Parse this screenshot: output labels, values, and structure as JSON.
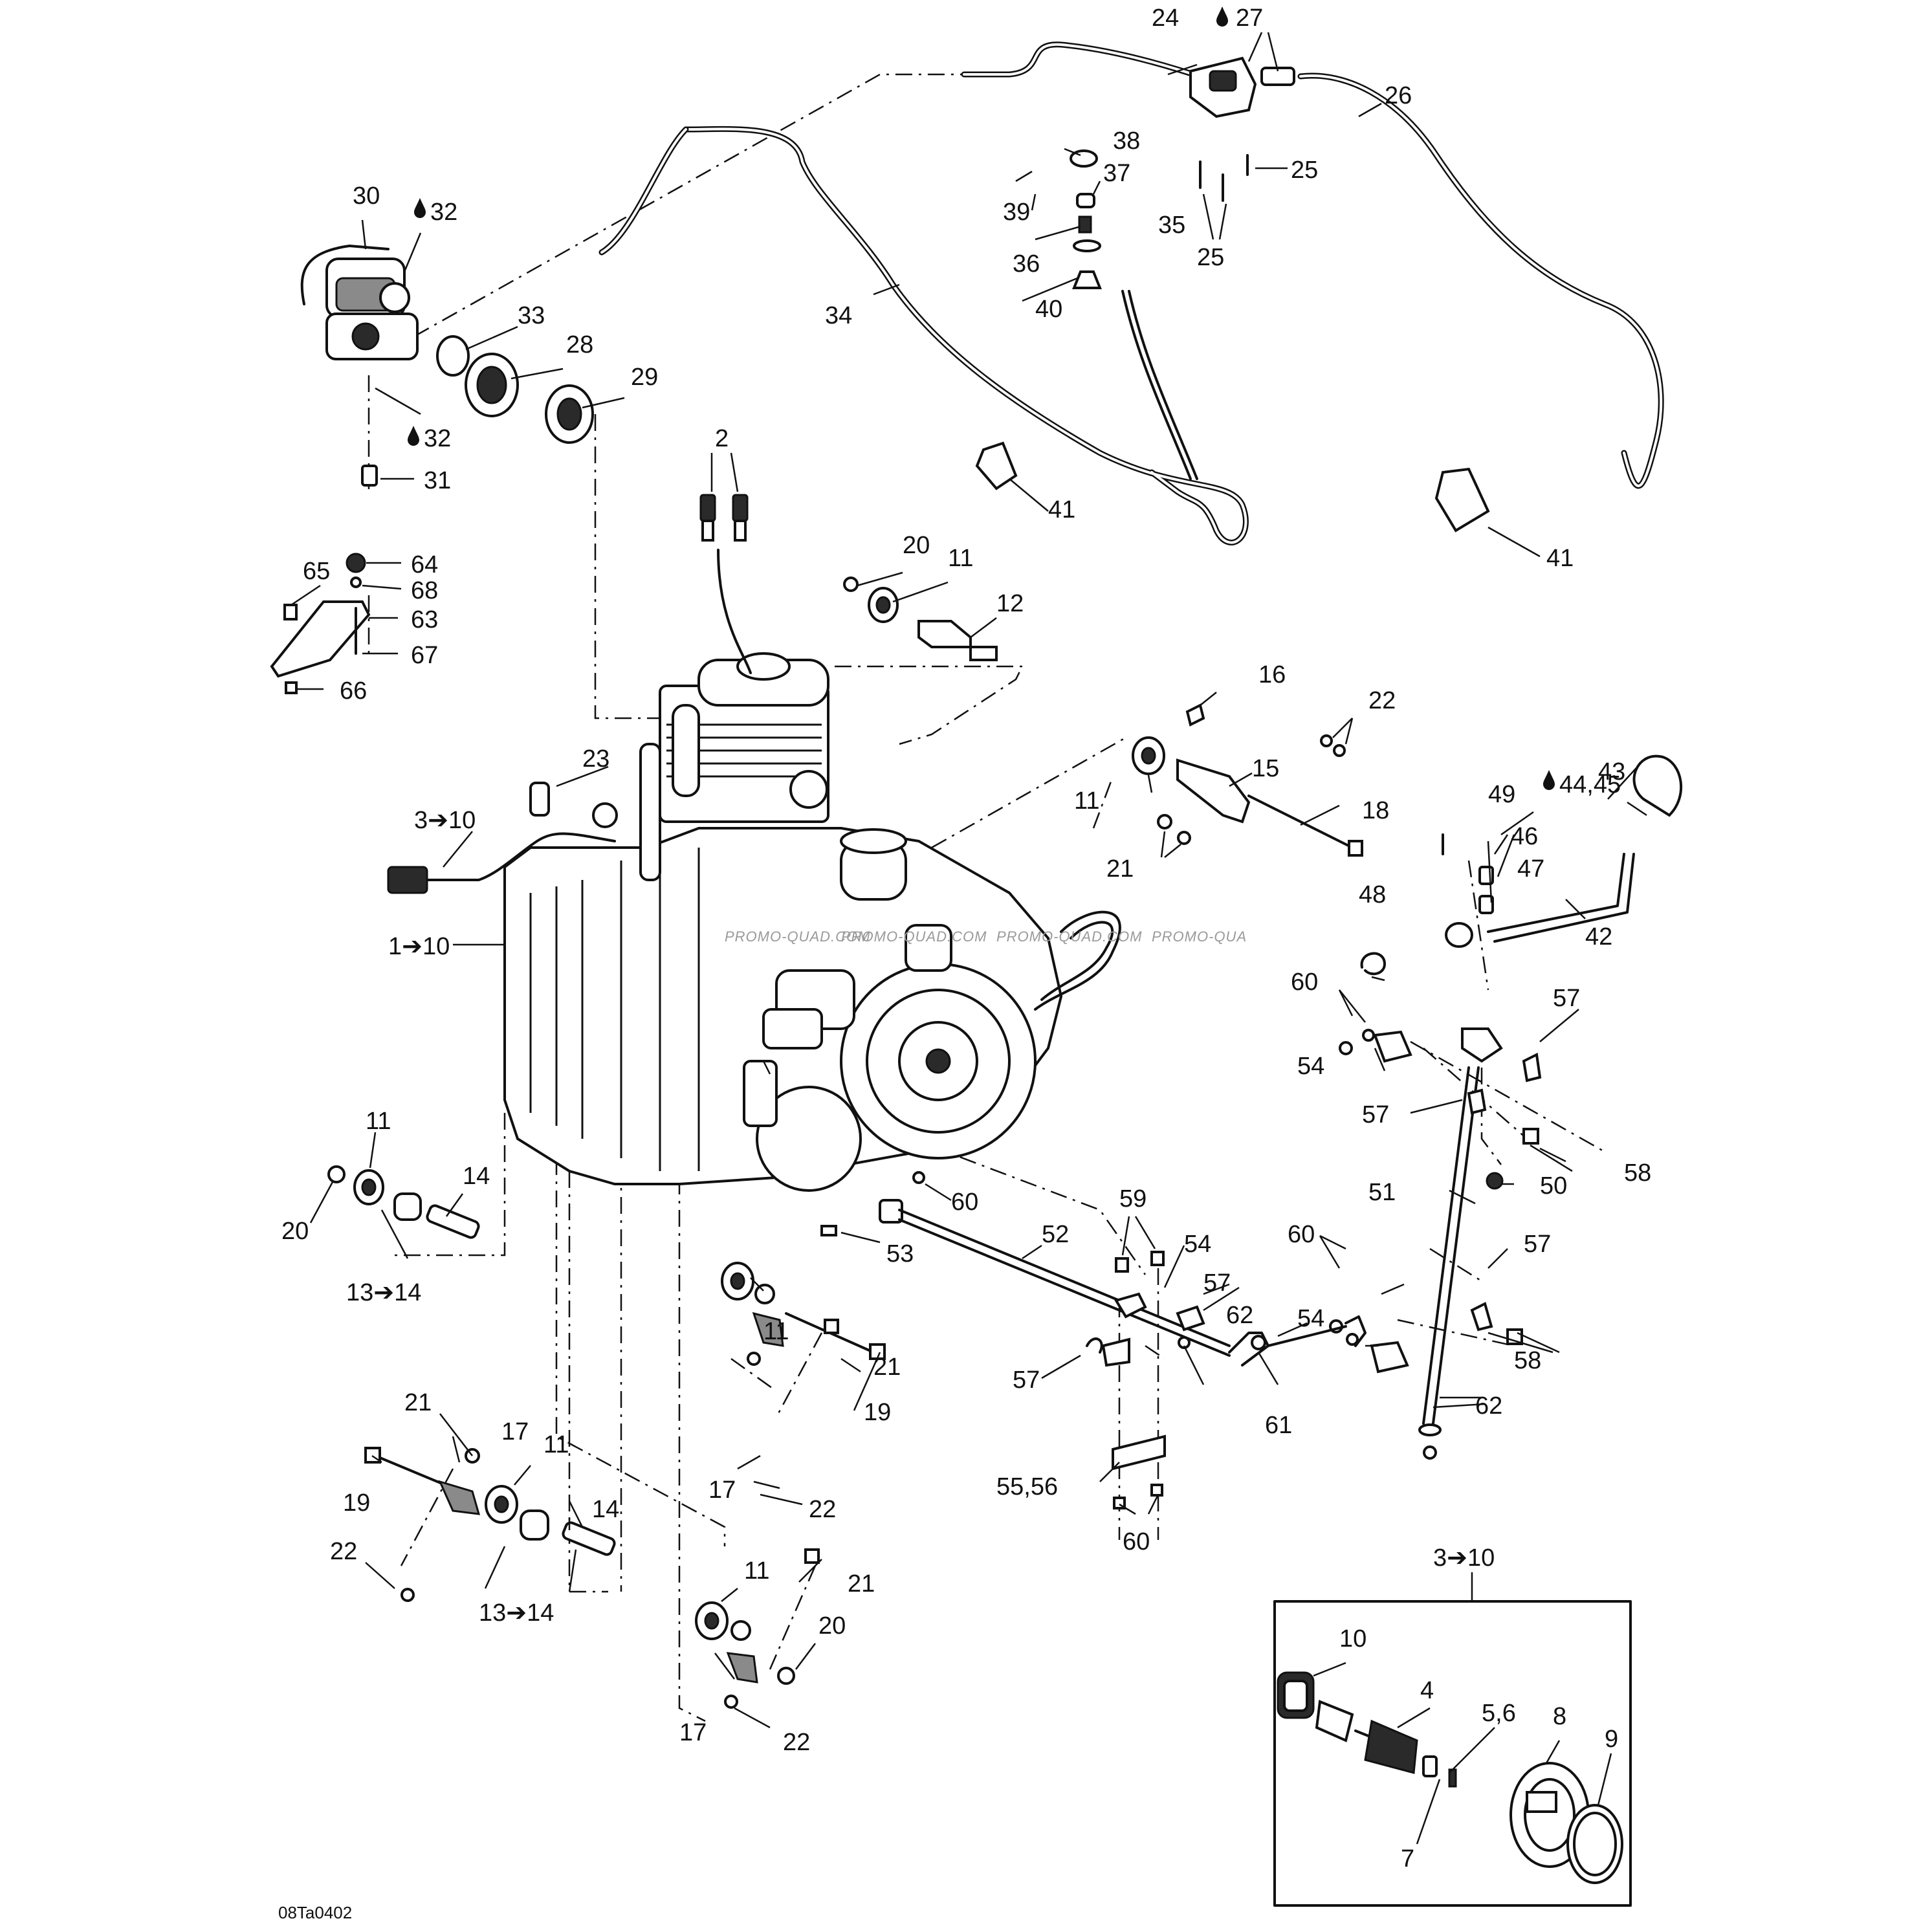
{
  "figure_code": "08Ta0402",
  "watermarks": [
    "PROMO-QUAD.COM",
    "PROMO-QUAD.COM",
    "PROMO-QUAD.COM",
    "PROMO-QUA"
  ],
  "inset_title": "3➔10",
  "callouts": {
    "c1": "1➔10",
    "c2": "2",
    "c3": "3➔10",
    "c4": "4",
    "c56": "5,6",
    "c7": "7",
    "c8": "8",
    "c9": "9",
    "c10": "10",
    "c11": "11",
    "c12": "12",
    "c13": "13➔14",
    "c14": "14",
    "c15": "15",
    "c16": "16",
    "c17": "17",
    "c18": "18",
    "c19": "19",
    "c20": "20",
    "c21": "21",
    "c22": "22",
    "c23": "23",
    "c24": "24",
    "c25": "25",
    "c26": "26",
    "c27": "27",
    "c28": "28",
    "c29": "29",
    "c30": "30",
    "c31": "31",
    "c32": "32",
    "c33": "33",
    "c34": "34",
    "c35": "35",
    "c36": "36",
    "c37": "37",
    "c38": "38",
    "c39": "39",
    "c40": "40",
    "c41": "41",
    "c42": "42",
    "c43": "43",
    "c4445": "44,45",
    "c46": "46",
    "c47": "47",
    "c48": "48",
    "c49": "49",
    "c50": "50",
    "c51": "51",
    "c52": "52",
    "c53": "53",
    "c54": "54",
    "c5556": "55,56",
    "c57": "57",
    "c58": "58",
    "c59": "59",
    "c60": "60",
    "c61": "61",
    "c62": "62",
    "c63": "63",
    "c64": "64",
    "c65": "65",
    "c66": "66",
    "c67": "67",
    "c68": "68"
  },
  "colors": {
    "line": "#111111",
    "background": "#ffffff",
    "watermark": "#9a9a9a"
  },
  "icons": [
    "oil-drop-icon",
    "arrow-icon"
  ]
}
